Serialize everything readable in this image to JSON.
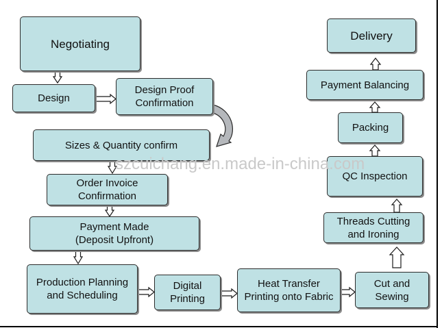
{
  "steps": {
    "negotiating": "Negotiating",
    "design": "Design",
    "design_proof": "Design Proof\nConfirmation",
    "sizes_quantity": "Sizes & Quantity confirm",
    "order_invoice": "Order Invoice\nConfirmation",
    "payment_made": "Payment Made\n(Deposit Upfront)",
    "production_planning": "Production Planning\nand Scheduling",
    "digital_printing": "Digital\nPrinting",
    "heat_transfer": "Heat Transfer\nPrinting onto Fabric",
    "cut_sewing": "Cut and\nSewing",
    "threads_cutting": "Threads Cutting\nand Ironing",
    "qc_inspection": "QC Inspection",
    "packing": "Packing",
    "payment_balancing": "Payment Balancing",
    "delivery": "Delivery"
  },
  "watermark": "szcuichang.en.made-in-china.com",
  "colors": {
    "box_fill": "#bfe1e4",
    "box_border": "#2b2b2b",
    "arrow_fill": "#ffffff"
  }
}
